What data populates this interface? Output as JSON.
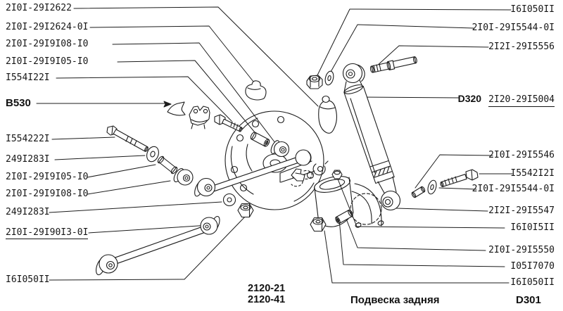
{
  "colors": {
    "background": "#ffffff",
    "ink": "#1c1c1c"
  },
  "callouts_left": [
    {
      "text": "2I0I-29I2622"
    },
    {
      "text": "2I0I-29I2624-0I"
    },
    {
      "text": "2I0I-29I9I08-I0"
    },
    {
      "text": "2I0I-29I9I05-I0"
    },
    {
      "text": "I554I22I"
    },
    {
      "text": "I554222I"
    },
    {
      "text": "249I283I"
    },
    {
      "text": "2I0I-29I9I05-I0"
    },
    {
      "text": "2I0I-29I9I08-I0"
    },
    {
      "text": "249I283I"
    },
    {
      "text": "2I0I-29I90I3-0I"
    },
    {
      "text": "I6I050II"
    }
  ],
  "callouts_right": [
    {
      "text": "I6I050II"
    },
    {
      "text": "2I0I-29I5544-0I"
    },
    {
      "text": "2I2I-29I5556"
    },
    {
      "text": "2I0I-29I5546"
    },
    {
      "text": "I5542I2I"
    },
    {
      "text": "2I0I-29I5544-0I"
    },
    {
      "text": "2I2I-29I5547"
    },
    {
      "text": "I6I0I5II"
    },
    {
      "text": "2I0I-29I5550"
    },
    {
      "text": "I05I7070"
    },
    {
      "text": "I6I050II"
    }
  ],
  "section_ref_left": "B530",
  "drawing_ref": {
    "code": "D320",
    "part": "2I20-29I5004"
  },
  "footer": {
    "variant_code_1": "2120-21",
    "variant_code_2": "2120-41",
    "title": "Подвеска задняя",
    "sheet_code": "D301"
  },
  "diagram": {
    "parts": [
      "body-bracket",
      "body-panel-fragment",
      "rod-cushion",
      "hex-nut",
      "washer",
      "bump-stop-buffer",
      "shock-absorber",
      "mounting-pin",
      "brake-backing-plate",
      "bolt",
      "spacer-sleeve",
      "silent-block-bushing",
      "upper-longitudinal-rod",
      "lower-longitudinal-rod",
      "axle-bracket-spring-seat",
      "retainer-clip",
      "bracket-tab"
    ]
  }
}
